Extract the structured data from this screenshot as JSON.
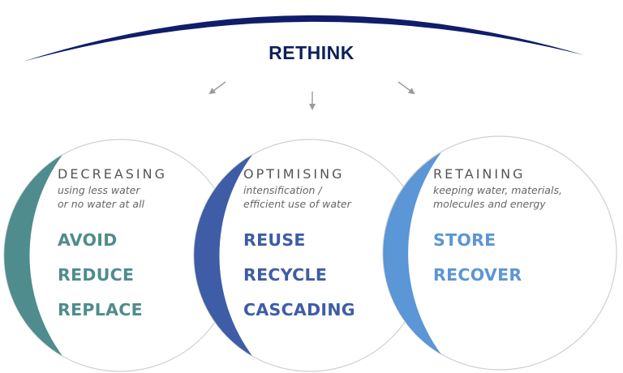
{
  "title": "RETHINK",
  "colors": {
    "arc": "#0f1d6b",
    "arrow": "#9a9a9a",
    "decreasing": "#4f8c8d",
    "optimising": "#3e5da6",
    "retaining": "#5b96d6"
  },
  "sections": [
    {
      "heading": "DECREASING",
      "sub_line1": "using less water",
      "sub_line2": "or no water at all",
      "actions": [
        "AVOID",
        "REDUCE",
        "REPLACE"
      ]
    },
    {
      "heading": "OPTIMISING",
      "sub_line1": "intensification /",
      "sub_line2": "efficient use of water",
      "actions": [
        "REUSE",
        "RECYCLE",
        "CASCADING"
      ]
    },
    {
      "heading": "RETAINING",
      "sub_line1": "keeping water, materials,",
      "sub_line2": "molecules and energy",
      "actions": [
        "STORE",
        "RECOVER"
      ]
    }
  ]
}
